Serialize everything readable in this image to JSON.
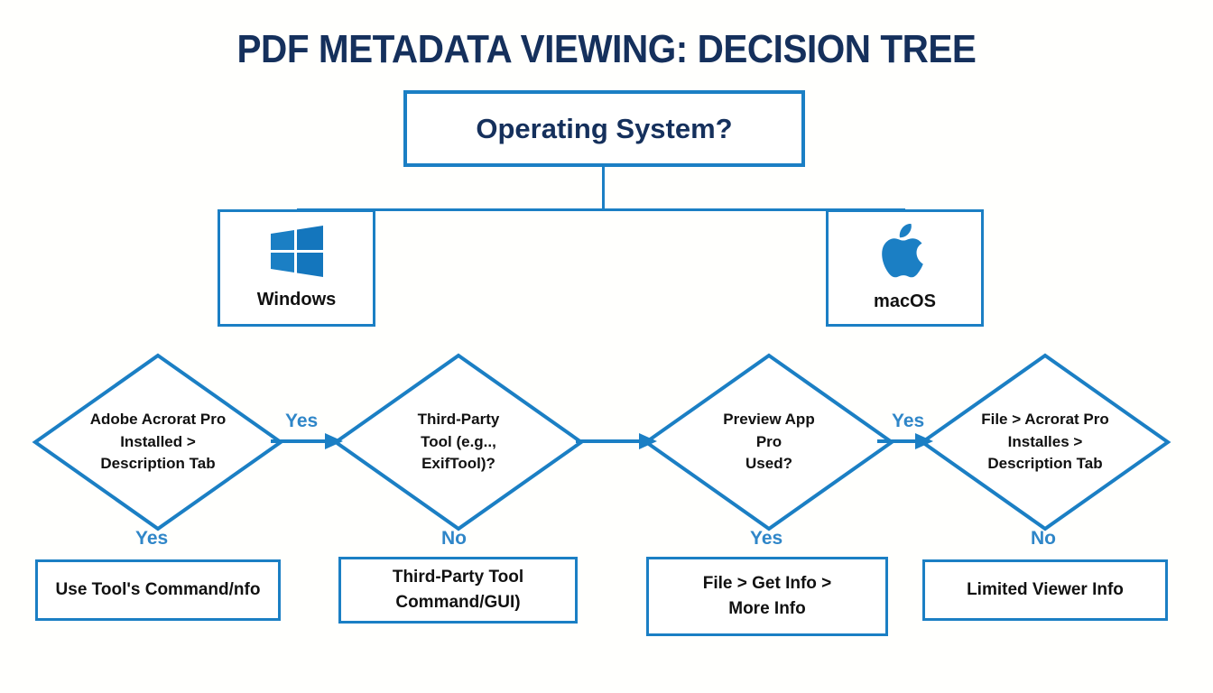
{
  "diagram": {
    "title": "PDF METADATA VIEWING: DECISION TREE",
    "accent_color": "#1b7fc4",
    "label_color": "#2f86c8",
    "title_color": "#15305c",
    "background_color": "#fffffd"
  },
  "root": {
    "label": "Operating System?"
  },
  "os_branches": [
    {
      "icon": "windows-logo-icon",
      "label": "Windows"
    },
    {
      "icon": "apple-logo-icon",
      "label": "macOS"
    }
  ],
  "decisions": [
    {
      "id": "adobe-acrobat-pro",
      "lines": [
        "Adobe Acrorat Pro",
        "Installed >",
        "Description Tab"
      ],
      "bottom_label": "Yes"
    },
    {
      "id": "third-party-tool",
      "lines": [
        "Third-Party",
        "Tool (e.g..,",
        "ExifTool)?"
      ],
      "bottom_label": "No"
    },
    {
      "id": "preview-app-pro",
      "lines": [
        "Preview App",
        "Pro",
        "Used?"
      ],
      "bottom_label": "Yes"
    },
    {
      "id": "file-acrobat-pro",
      "lines": [
        "File > Acrorat Pro",
        "Installes >",
        "Description Tab"
      ],
      "bottom_label": "No"
    }
  ],
  "edge_labels": {
    "decision1_to_decision2": "Yes",
    "decision2_to_decision3": "",
    "decision3_to_decision4": "Yes"
  },
  "results": [
    {
      "id": "use-tool-command",
      "lines": [
        "Use Tool's Command/nfo"
      ]
    },
    {
      "id": "third-party-tool-command",
      "lines": [
        "Third-Party Tool",
        "Command/GUI)"
      ]
    },
    {
      "id": "file-get-info",
      "lines": [
        "File > Get Info >",
        "More Info"
      ]
    },
    {
      "id": "limited-viewer-info",
      "lines": [
        "Limited Viewer Info"
      ]
    }
  ]
}
